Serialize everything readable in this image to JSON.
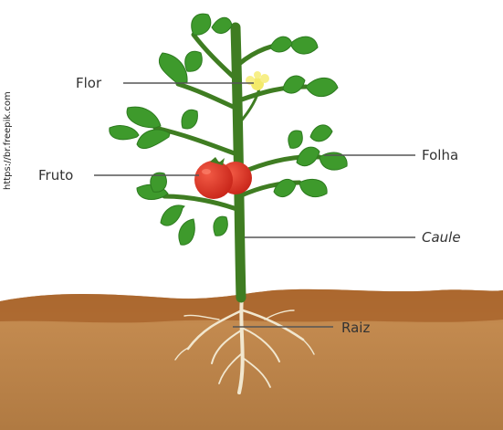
{
  "credit": "https://br.freepik.com",
  "labels": {
    "flower": "Flor",
    "fruit": "Fruto",
    "leaf": "Folha",
    "stem": "Caule",
    "root": "Raiz"
  },
  "colors": {
    "soil": "#b57a3e",
    "soil_dark": "#a8672c",
    "stem": "#3f7d22",
    "leaf": "#3e9a2c",
    "fruit": "#e23a2a",
    "flower": "#f3ea6a",
    "root": "#f1e7cf"
  }
}
